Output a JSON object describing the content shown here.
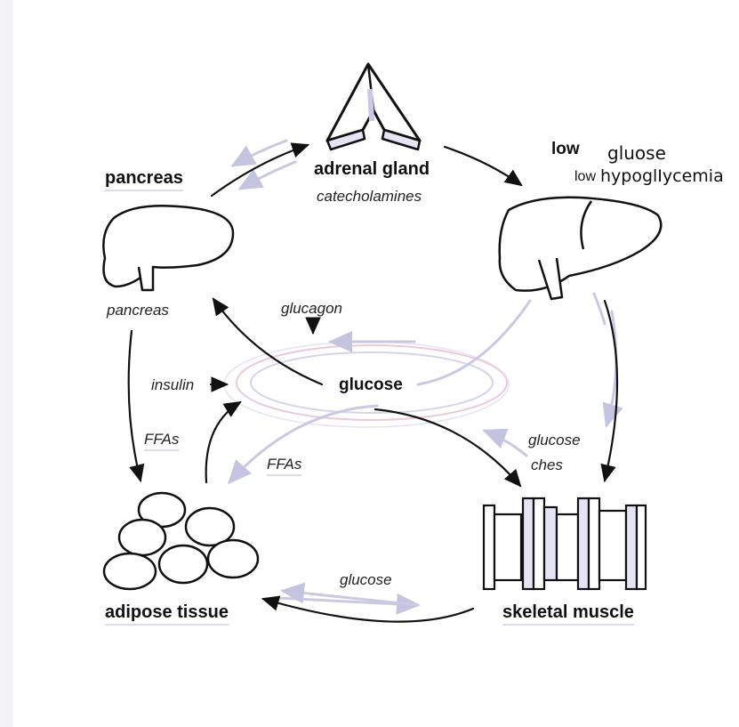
{
  "labels": {
    "pancreas_title": "pancreas",
    "pancreas_caption": "pancreas",
    "adrenal_title": "adrenal gland",
    "adrenal_caption": "catecholamines",
    "liver_low": "low",
    "liver_gluose": "gluose",
    "liver_low_small": "low",
    "liver_hypo": "hypoglIycemia",
    "glucagon": "glucagon",
    "insulin": "insulin",
    "center_glucose": "glucose",
    "ffas_left": "FFAs",
    "ffas_center": "FFAs",
    "glucose_right": "glucose",
    "ches": "ches",
    "glucose_bottom": "glucose",
    "adipose_title": "adipose tissue",
    "muscle_title": "skeletal muscle"
  },
  "colors": {
    "ink": "#111111",
    "faint_arrow": "#c9c9e3",
    "pink_ring": "#ecc9d8",
    "lavender_fill": "#e4e4f5",
    "underline": "#dcdcec"
  },
  "icons": [
    "adrenal-gland-icon",
    "pancreas-organ-icon",
    "liver-icon",
    "adipose-cells-icon",
    "skeletal-muscle-icon"
  ]
}
